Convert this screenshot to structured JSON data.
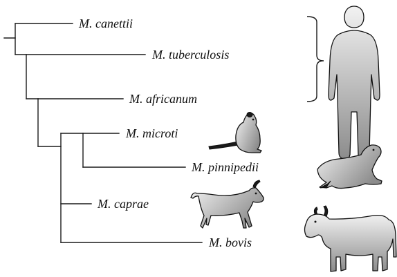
{
  "taxa": [
    {
      "label": "M. canettii",
      "host": "human"
    },
    {
      "label": "M. tuberculosis",
      "host": "human"
    },
    {
      "label": "M. africanum",
      "host": "human"
    },
    {
      "label": "M. microti",
      "host": "vole"
    },
    {
      "label": "M. pinnipedii",
      "host": "seal"
    },
    {
      "label": "M. caprae",
      "host": "goat"
    },
    {
      "label": "M. bovis",
      "host": "cow"
    }
  ],
  "host_icons": [
    "human-silhouette-icon",
    "vole-silhouette-icon",
    "seal-silhouette-icon",
    "goat-silhouette-icon",
    "cow-silhouette-icon"
  ],
  "colors": {
    "line": "#1a1a1a",
    "silhouette_light": "#f2f2f2",
    "silhouette_dark": "#8c8c8c"
  }
}
